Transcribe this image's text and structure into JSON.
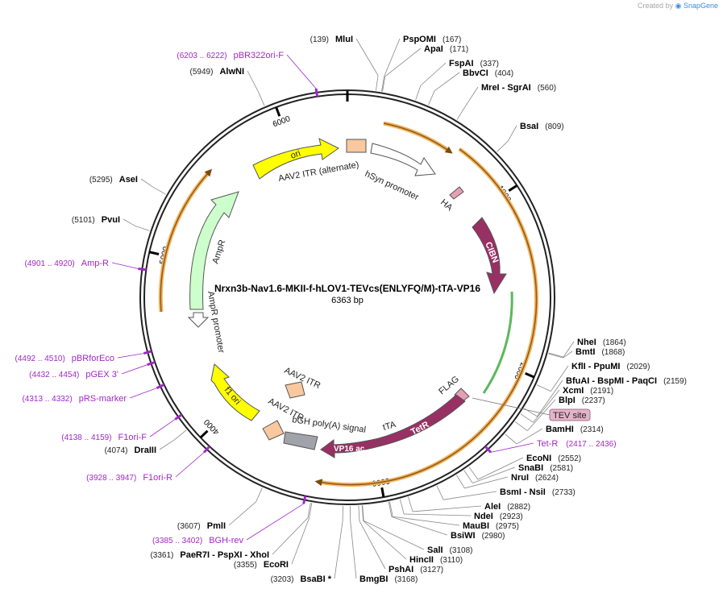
{
  "credit": {
    "prefix": "Created by",
    "brand": "SnapGene"
  },
  "plasmid": {
    "name": "Nrxn3b-Nav1.6-MKII-f-hLOV1-TEVcs(ENLYFQ/M)-tTA-VP16",
    "length_label": "6363 bp",
    "length": 6363
  },
  "ticks": [
    "1000",
    "2000",
    "3000",
    "4000",
    "5000",
    "6000"
  ],
  "enzymes": [
    {
      "name": "MluI",
      "pos": "(139)"
    },
    {
      "name": "PspOMI",
      "pos": "(167)"
    },
    {
      "name": "ApaI",
      "pos": "(171)"
    },
    {
      "name": "FspAI",
      "pos": "(337)"
    },
    {
      "name": "BbvCI",
      "pos": "(404)"
    },
    {
      "name": "MreI - SgrAI",
      "pos": "(560)"
    },
    {
      "name": "BsaI",
      "pos": "(809)"
    },
    {
      "name": "NheI",
      "pos": "(1864)"
    },
    {
      "name": "BmtI",
      "pos": "(1868)"
    },
    {
      "name": "KflI - PpuMI",
      "pos": "(2029)"
    },
    {
      "name": "BfuAI - BspMI - PaqCI",
      "pos": "(2159)"
    },
    {
      "name": "XcmI",
      "pos": "(2191)"
    },
    {
      "name": "BlpI",
      "pos": "(2237)"
    },
    {
      "name": "BamHI",
      "pos": "(2314)"
    },
    {
      "name": "EcoNI",
      "pos": "(2552)"
    },
    {
      "name": "SnaBI",
      "pos": "(2581)"
    },
    {
      "name": "NruI",
      "pos": "(2624)"
    },
    {
      "name": "BsmI - NsiI",
      "pos": "(2733)"
    },
    {
      "name": "AleI",
      "pos": "(2882)"
    },
    {
      "name": "NdeI",
      "pos": "(2923)"
    },
    {
      "name": "MauBI",
      "pos": "(2975)"
    },
    {
      "name": "BsiWI",
      "pos": "(2980)"
    },
    {
      "name": "SalI",
      "pos": "(3108)"
    },
    {
      "name": "HincII",
      "pos": "(3110)"
    },
    {
      "name": "PshAI",
      "pos": "(3127)"
    },
    {
      "name": "BmgBI",
      "pos": "(3168)"
    },
    {
      "name": "BsaBI *",
      "pos": "(3203)"
    },
    {
      "name": "EcoRI",
      "pos": "(3355)"
    },
    {
      "name": "PaeR7I - PspXI - XhoI",
      "pos": "(3361)"
    },
    {
      "name": "PmlI",
      "pos": "(3607)"
    },
    {
      "name": "DraIII",
      "pos": "(4074)"
    },
    {
      "name": "PvuI",
      "pos": "(5101)"
    },
    {
      "name": "AseI",
      "pos": "(5295)"
    },
    {
      "name": "AlwNI",
      "pos": "(5949)"
    }
  ],
  "primers": [
    {
      "name": "pBR322ori-F",
      "pos": "(6203 .. 6222)"
    },
    {
      "name": "Amp-R",
      "pos": "(4901 .. 4920)"
    },
    {
      "name": "pBRforEco",
      "pos": "(4492 .. 4510)"
    },
    {
      "name": "pGEX 3'",
      "pos": "(4432 .. 4454)"
    },
    {
      "name": "pRS-marker",
      "pos": "(4313 .. 4332)"
    },
    {
      "name": "F1ori-F",
      "pos": "(4138 .. 4159)"
    },
    {
      "name": "F1ori-R",
      "pos": "(3928 .. 3947)"
    },
    {
      "name": "BGH-rev",
      "pos": "(3385 .. 3402)"
    },
    {
      "name": "Tet-R",
      "pos": "(2417 .. 2436)"
    }
  ],
  "features": {
    "ori": "ori",
    "aav2_itr_alt": "AAV2 ITR (alternate)",
    "hsyn": "hSyn promoter",
    "ha": "HA",
    "cibn": "CIBN",
    "flag": "FLAG",
    "tev_site": "TEV site",
    "tetr": "TetR",
    "tta": "tTA",
    "vp16": "VP16 ac...",
    "bgh": "bGH poly(A) signal",
    "aav2_itr_1": "AAV2 ITR",
    "aav2_itr_2": "AAV2 ITR",
    "f1ori": "f1 ori",
    "ampr": "AmpR",
    "ampr_promoter": "AmpR promoter"
  },
  "colors": {
    "ori": "#ffff00",
    "itr": "#f9c89e",
    "cds_purple": "#983064",
    "ampr": "#ccffcc",
    "orange_outline": "#f5b35b",
    "primer": "#a028c8",
    "tev": "#e6b4c8",
    "bgh": "#a0a4aa"
  }
}
